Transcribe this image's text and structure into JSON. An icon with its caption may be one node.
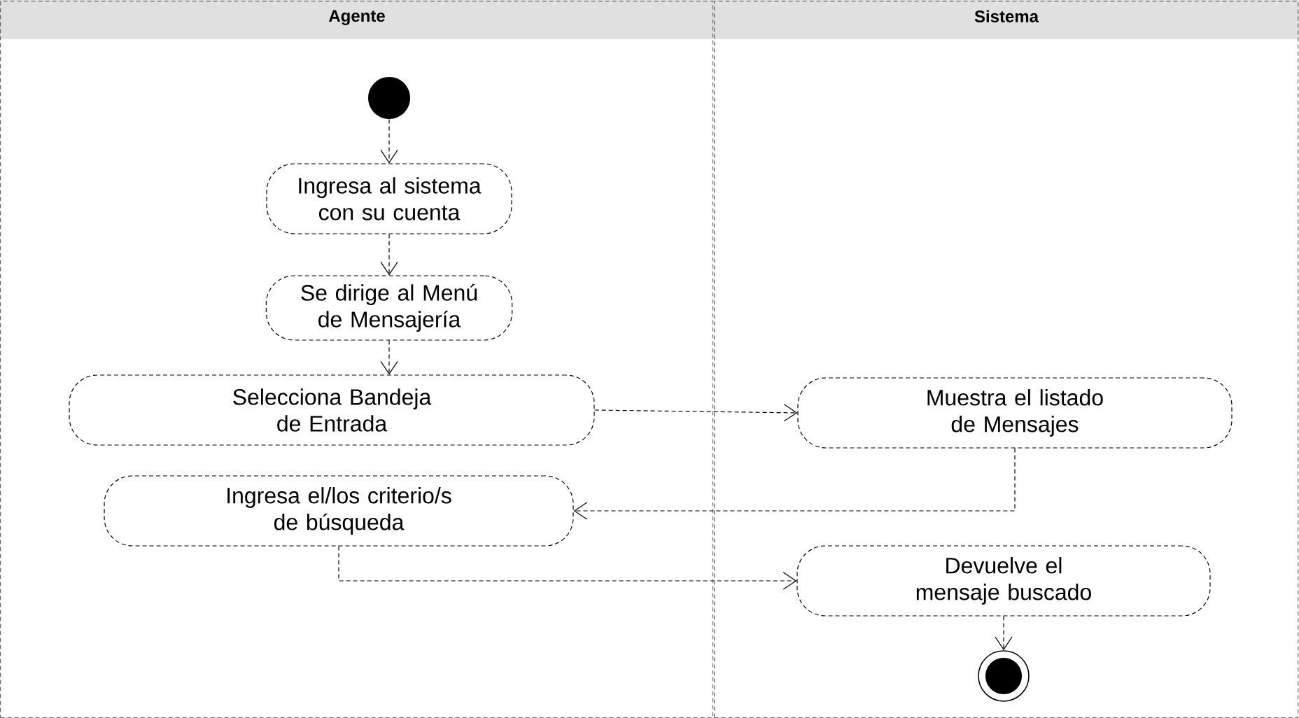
{
  "diagram": {
    "nodes": [
      {
        "text": [
          "Agente"
        ]
      },
      {
        "text": [
          "Sistema"
        ]
      },
      {
        "text": [],
        "shape": "circle",
        "in": 0
      },
      {
        "text": [
          "Ingresa al sistema con su cuenta"
        ],
        "in": 0
      },
      {
        "text": [
          "Se dirige al Menú de Mensajería"
        ],
        "in": 0
      },
      {
        "text": [
          "Selecciona Bandeja de Entrada"
        ],
        "in": 0
      },
      {
        "text": [
          "Ingresa el/los criterio/s de búsqueda"
        ],
        "in": 0
      },
      {
        "text": [
          "Muestra el listado de Mensajes"
        ],
        "in": 1
      },
      {
        "text": [
          "Devuelve el mensaje buscado"
        ],
        "in": 1
      },
      {
        "text": [],
        "shape": "circle",
        "in": 1
      }
    ],
    "edges": [
      {
        "from": 2,
        "to": 3,
        "arrow": "to",
        "style": "dashed"
      },
      {
        "from": 3,
        "to": 4,
        "arrow": "to",
        "style": "dashed"
      },
      {
        "from": 4,
        "to": 5,
        "arrow": "to",
        "style": "dashed"
      },
      {
        "from": 5,
        "to": 7,
        "arrow": "to",
        "style": "dashed"
      },
      {
        "from": 7,
        "to": 6,
        "arrow": "to",
        "style": "dashed"
      },
      {
        "from": 6,
        "to": 8,
        "arrow": "to",
        "style": "dashed"
      },
      {
        "from": 8,
        "to": 9,
        "arrow": "to",
        "style": "dashed"
      }
    ]
  }
}
